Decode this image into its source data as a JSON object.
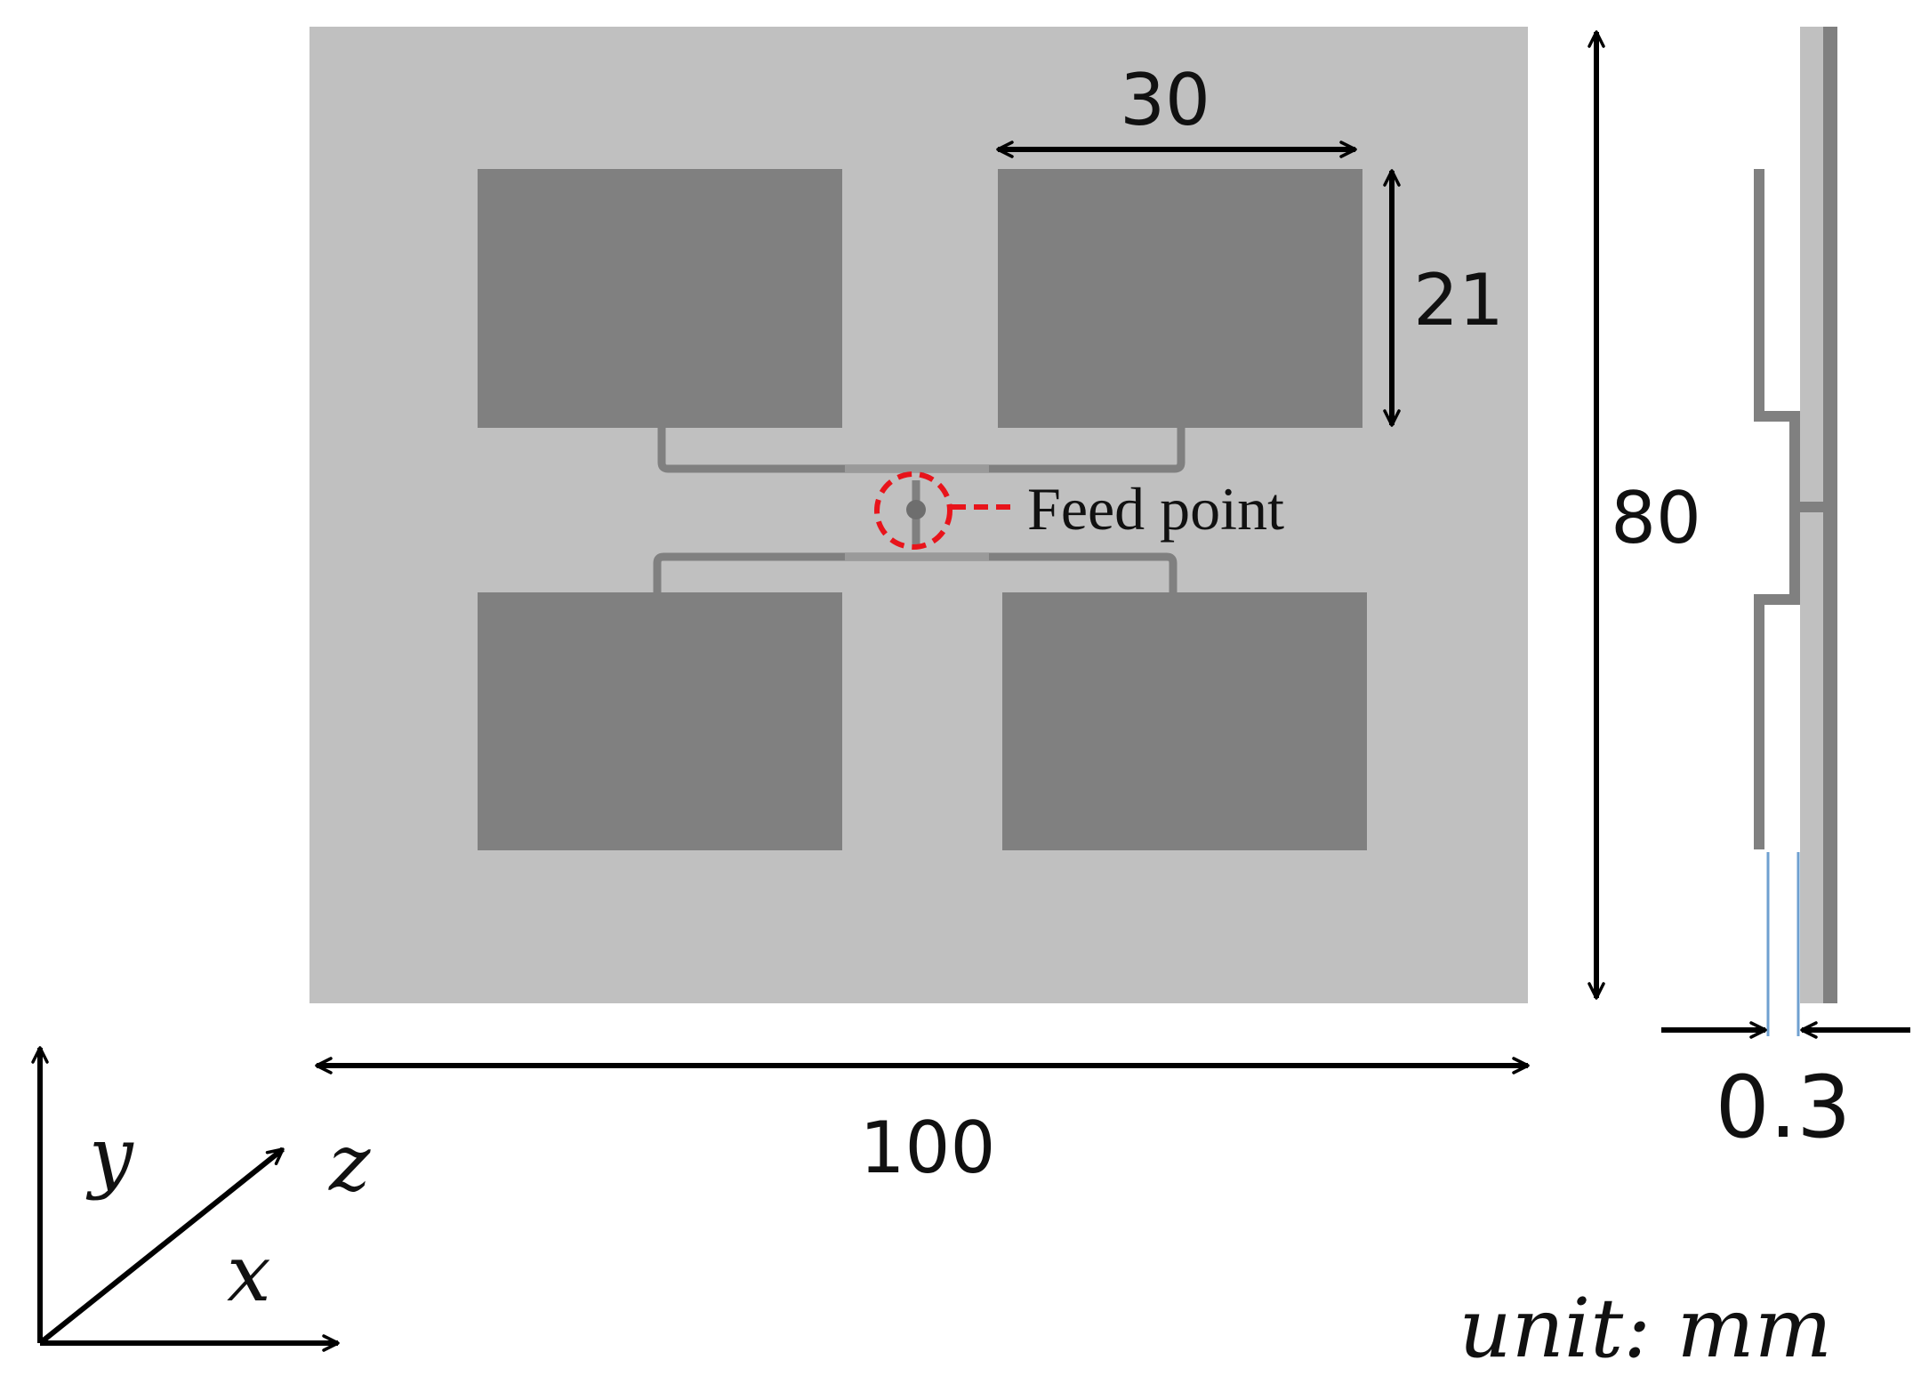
{
  "labels": {
    "patch_width": "30",
    "patch_height": "21",
    "board_width": "100",
    "board_height": "80",
    "thickness": "0.3",
    "feed_point": "Feed point",
    "axis_y": "y",
    "axis_z": "z",
    "axis_x": "x",
    "unit": "unit: mm"
  },
  "colors": {
    "substrate": "#c0c0c0",
    "patch": "#808080",
    "arrow": "#000000",
    "feed_marker": "#e8141b",
    "side_gap": "#6fa0d0"
  }
}
